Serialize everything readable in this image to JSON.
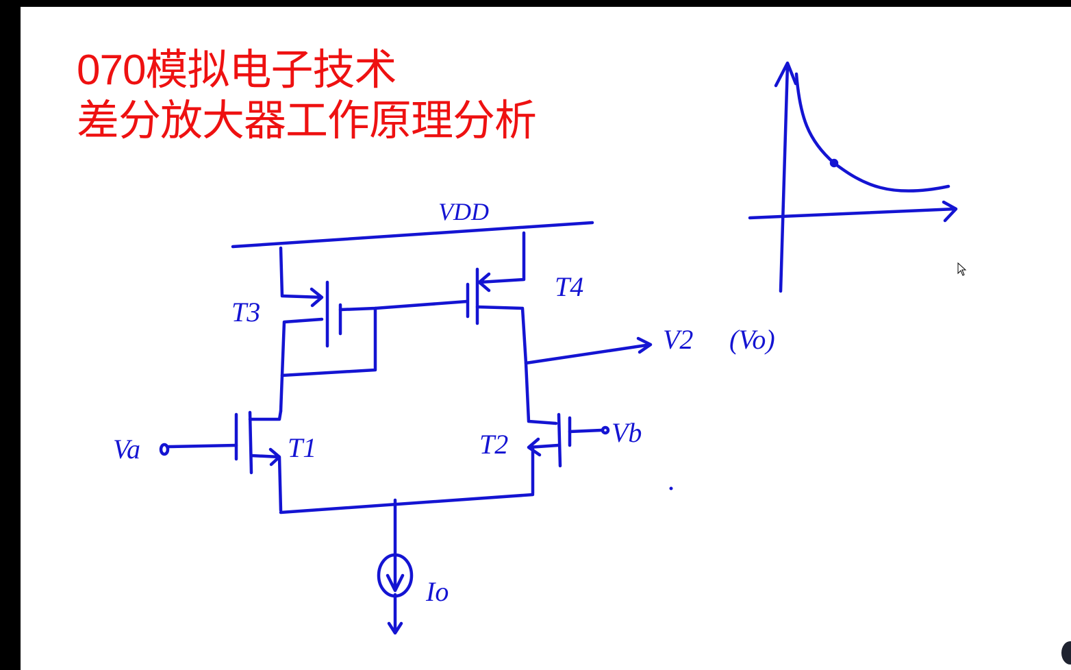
{
  "title": {
    "line1": "070模拟电子技术",
    "line2": "差分放大器工作原理分析"
  },
  "circuit": {
    "supply_label": "VDD",
    "transistors": [
      "T3",
      "T4",
      "T1",
      "T2"
    ],
    "input_a": "Va",
    "input_b": "Vb",
    "output_label": "V2",
    "output_alt": "(Vo)",
    "current_source": "Io"
  },
  "colors": {
    "title": "#ee1111",
    "ink": "#1414d2",
    "background": "#ffffff"
  }
}
